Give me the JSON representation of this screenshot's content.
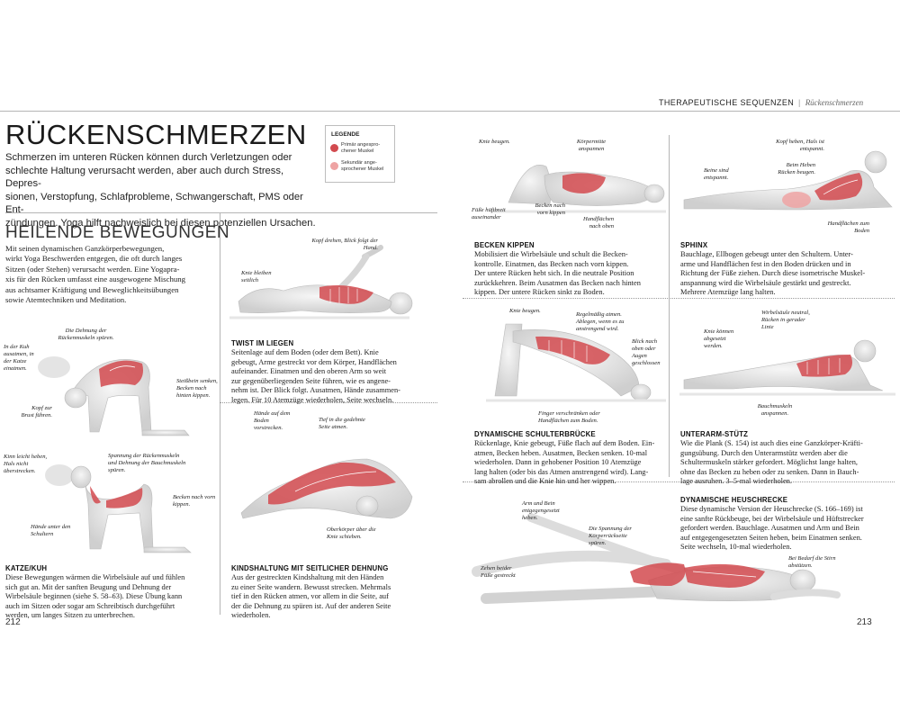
{
  "header": {
    "section": "THERAPEUTISCHE SEQUENZEN",
    "separator": "|",
    "subsection": "Rückenschmerzen"
  },
  "page_left": {
    "title": "RÜCKENSCHMERZEN",
    "intro": "Schmerzen im unteren Rücken können durch Verletzungen oder schlechte Haltung verursacht werden, aber auch durch Stress, Depressionen, Verstopfung, Schlafprobleme, Schwangerschaft, PMS oder Entzündungen. Yoga hilft nachweislich bei diesen potenziellen Ursachen.",
    "intro_lines": [
      "Schmerzen im unteren Rücken können durch Verletzungen oder",
      "schlechte Haltung verursacht werden, aber auch durch Stress, Depres-",
      "sionen, Verstopfung, Schlafprobleme, Schwangerschaft, PMS oder Ent-",
      "zündungen. Yoga hilft nachweislich bei diesen potenziellen Ursachen."
    ],
    "legend": {
      "title": "LEGENDE",
      "primary_1": "Primär angespro-",
      "primary_2": "chener Muskel",
      "secondary_1": "Sekundär ange-",
      "secondary_2": "sprochener Muskel",
      "primary_color": "#d24a4f",
      "secondary_color": "#eea3a3"
    },
    "subheading": "HEILENDE BEWEGUNGEN",
    "subintro_lines": [
      "Mit seinen dynamischen Ganzkörperbewegungen,",
      "wirkt Yoga Beschwerden entgegen, die oft durch langes",
      "Sitzen (oder Stehen) verursacht werden. Eine Yogapra-",
      "xis für den Rücken umfasst eine ausgewogene Mischung",
      "aus achtsamer Kräftigung und Beweglichkeitsübungen",
      "sowie Atemtechniken und Meditation."
    ],
    "cat_cow": {
      "heading": "KATZE/KUH",
      "lines": [
        "Diese Bewegungen wärmen die Wirbelsäule auf und fühlen",
        "sich gut an. Mit der sanften Beugung und Dehnung der",
        "Wirbelsäule beginnen (siehe S. 58–63). Diese Übung kann",
        "auch im Sitzen oder sogar am Schreibtisch durchgeführt",
        "werden, um langes Sitzen zu unterbrechen."
      ],
      "ann_1": "Die Dehnung der Rückenmuskeln spüren.",
      "ann_2": "In der Kuh ausatmen, in der Katze einatmen.",
      "ann_3": "Steißbein senken, Becken nach hinten kippen.",
      "ann_4": "Kopf zur Brust führen.",
      "ann_5": "Kinn leicht heben, Hals nicht überstrecken.",
      "ann_6": "Spannung der Rückenmuskeln und Dehnung der Bauchmuskeln spüren.",
      "ann_7": "Becken nach vorn kippen.",
      "ann_8": "Hände unter den Schultern"
    },
    "twist": {
      "heading": "TWIST IM LIEGEN",
      "lines": [
        "Seitenlage auf dem Boden (oder dem Bett). Knie",
        "gebeugt, Arme gestreckt vor dem Körper, Handflächen",
        "aufeinander. Einatmen und den oberen Arm so weit",
        "zur gegenüberliegenden Seite führen, wie es angene-",
        "nehm ist. Der Blick folgt. Ausatmen, Hände zusammen-",
        "legen. Für 10 Atemzüge wiederholen, Seite wechseln."
      ],
      "ann_1": "Kopf drehen, Blick folgt der Hand.",
      "ann_2": "Knie bleiben seitlich"
    },
    "child": {
      "heading": "KINDSHALTUNG MIT SEITLICHER DEHNUNG",
      "lines": [
        "Aus der gestreckten Kindshaltung mit den Händen",
        "zu einer Seite wandern. Bewusst strecken. Mehrmals",
        "tief in den Rücken atmen, vor allem in die Seite, auf",
        "der die Dehnung zu spüren ist. Auf der anderen Seite",
        "wiederholen."
      ],
      "ann_1": "Hände auf dem Boden vorstrecken.",
      "ann_2": "Tief in die gedehnte Seite atmen.",
      "ann_3": "Oberkörper über die Knie schieben."
    },
    "page_number": "212"
  },
  "page_right": {
    "pelvic_tilt": {
      "heading": "BECKEN KIPPEN",
      "lines": [
        "Mobilisiert die Wirbelsäule und schult die Becken-",
        "kontrolle. Einatmen, das Becken nach vorn kippen.",
        "Der untere Rücken hebt sich. In die neutrale Position",
        "zurückkehren. Beim Ausatmen das Becken nach hinten",
        "kippen. Der untere Rücken sinkt zu Boden."
      ],
      "ann_1": "Knie beugen.",
      "ann_2": "Körpermitte anspannen",
      "ann_3": "Füße hüftbreit auseinander",
      "ann_4": "Becken nach vorn kippen",
      "ann_5": "Handflächen nach oben"
    },
    "sphinx": {
      "heading": "SPHINX",
      "lines": [
        "Bauchlage, Ellbogen gebeugt unter den Schultern. Unter-",
        "arme und Handflächen fest in den Boden drücken und in",
        "Richtung der Füße ziehen. Durch diese isometrische Muskel-",
        "anspannung wird die Wirbelsäule gestärkt und gestreckt.",
        "Mehrere Atemzüge lang halten."
      ],
      "ann_1": "Kopf heben, Hals ist entspannt.",
      "ann_2": "Beine sind entspannt.",
      "ann_3": "Beim Heben Rücken beugen.",
      "ann_4": "Handflächen zum Boden"
    },
    "bridge": {
      "heading": "DYNAMISCHE SCHULTERBRÜCKE",
      "lines": [
        "Rückenlage, Knie gebeugt, Füße flach auf dem Boden. Ein-",
        "atmen, Becken heben. Ausatmen, Becken senken. 10-mal",
        "wiederholen. Dann in gehobener Position 10 Atemzüge",
        "lang halten (oder bis das Atmen anstrengend wird). Lang-",
        "sam abrollen und die Knie hin und her wippen."
      ],
      "ann_1": "Knie beugen.",
      "ann_2": "Regelmäßig atmen. Ablegen, wenn es zu anstrengend wird.",
      "ann_3": "Blick nach oben oder Augen geschlossen",
      "ann_4": "Finger verschränken oder Handflächen zum Boden."
    },
    "plank": {
      "heading": "UNTERARM-STÜTZ",
      "lines": [
        "Wie die Plank (S. 154) ist auch dies eine Ganzkörper-Kräfti-",
        "gungsübung. Durch den Unterarmstütz werden aber die",
        "Schultermuskeln stärker gefordert. Möglichst lange halten,",
        "ohne das Becken zu heben oder zu senken. Dann in Bauch-",
        "lage ausruhen. 3–5-mal wiederholen."
      ],
      "ann_1": "Wirbelsäule neutral, Rücken in gerader Linie",
      "ann_2": "Knie können abgesetzt werden.",
      "ann_3": "Bauchmuskeln anspannen."
    },
    "locust": {
      "heading": "DYNAMISCHE HEUSCHRECKE",
      "lines": [
        "Diese dynamische Version der Heuschrecke (S. 166–169) ist",
        "eine sanfte Rückbeuge, bei der Wirbelsäule und Hüftstrecker",
        "gefordert werden. Bauchlage. Ausatmen und Arm und Bein",
        "auf entgegengesetzten Seiten heben, beim Einatmen senken.",
        "Seite wechseln, 10-mal wiederholen."
      ],
      "ann_1": "Arm und Bein entgegengesetzt heben.",
      "ann_2": "Die Spannung der Körperrückseite spüren.",
      "ann_3": "Zehen beider Füße gestreckt",
      "ann_4": "Bei Bedarf die Stirn abstützen."
    },
    "page_number": "213"
  }
}
